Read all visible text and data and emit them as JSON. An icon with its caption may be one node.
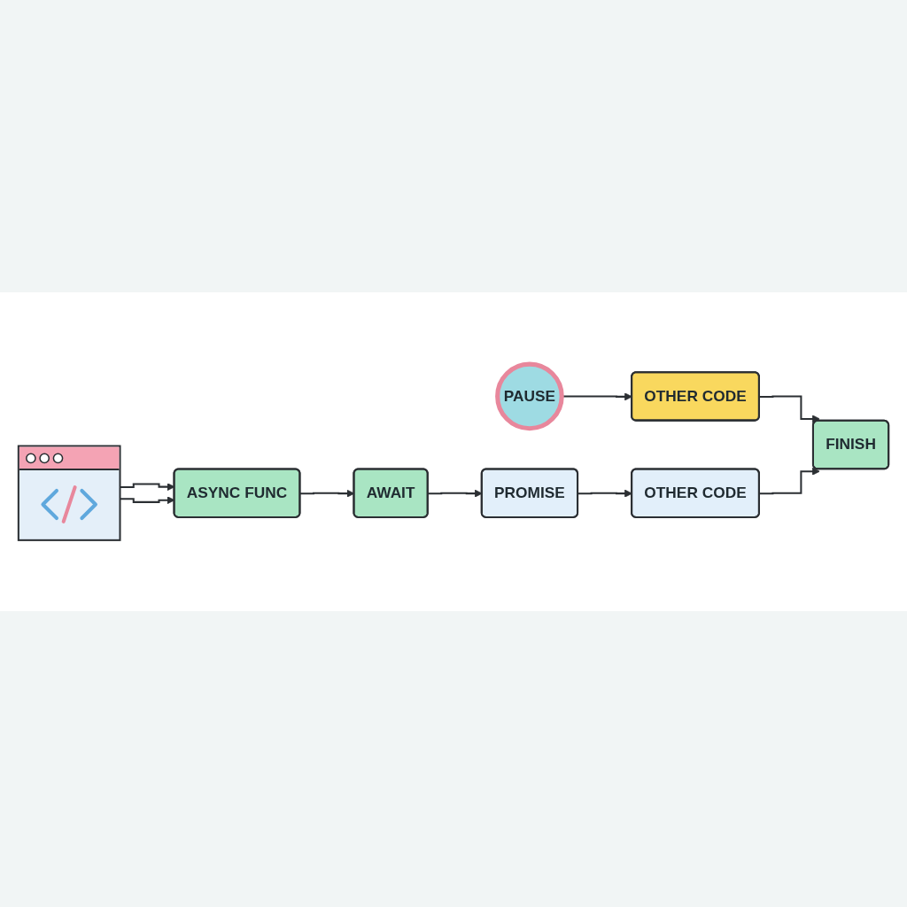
{
  "diagram": {
    "nodes": [
      {
        "text": [],
        "shape": "picture"
      },
      {
        "text": [
          "ASYNC FUNC"
        ]
      },
      {
        "text": [
          "AWAIT"
        ]
      },
      {
        "text": [
          "PAUSE"
        ]
      },
      {
        "text": [
          "OTHER CODE"
        ]
      },
      {
        "text": [
          "PROMISE"
        ]
      },
      {
        "text": [
          "OTHER CODE"
        ]
      },
      {
        "text": [
          "FINISH"
        ]
      }
    ],
    "edges": [
      {
        "from": 0,
        "to": 1,
        "arrow": "to"
      },
      {
        "from": 0,
        "to": 1,
        "arrow": "to"
      },
      {
        "from": 1,
        "to": 2,
        "arrow": "to"
      },
      {
        "from": 2,
        "to": 5,
        "arrow": "to"
      },
      {
        "from": 3,
        "to": 4,
        "arrow": "to"
      },
      {
        "from": 5,
        "to": 6,
        "arrow": "to"
      },
      {
        "from": 4,
        "to": 7,
        "arrow": "to"
      },
      {
        "from": 6,
        "to": 7,
        "arrow": "to"
      }
    ]
  }
}
